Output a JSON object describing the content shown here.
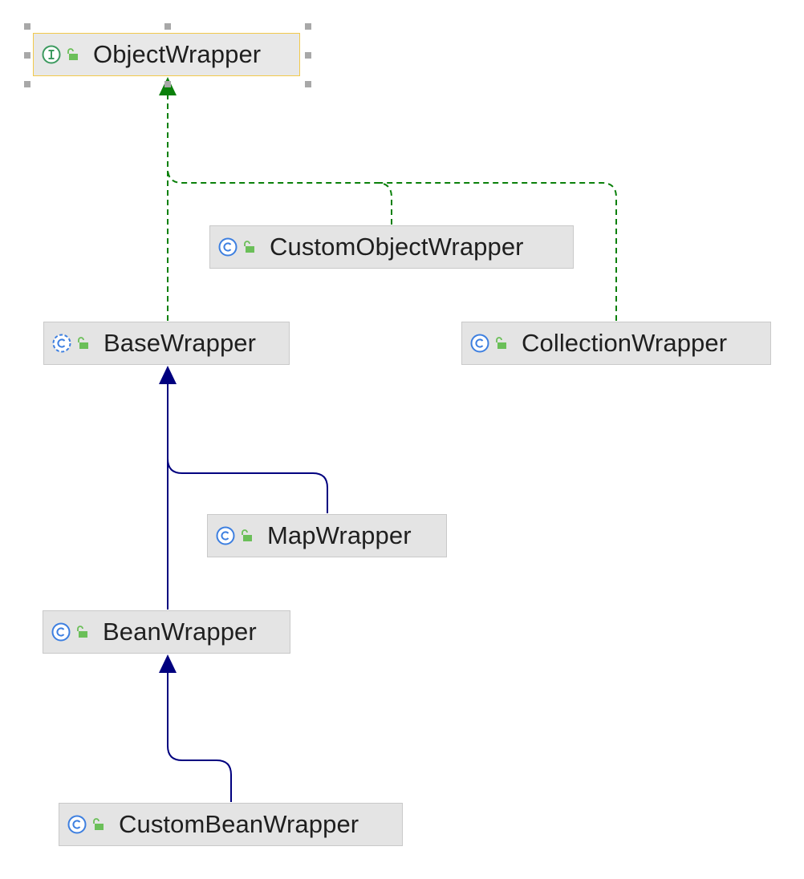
{
  "diagram": {
    "nodes": [
      {
        "id": "object-wrapper",
        "label": "ObjectWrapper",
        "kind": "interface",
        "selected": true
      },
      {
        "id": "custom-object-wrapper",
        "label": "CustomObjectWrapper",
        "kind": "class"
      },
      {
        "id": "base-wrapper",
        "label": "BaseWrapper",
        "kind": "abstract-class"
      },
      {
        "id": "collection-wrapper",
        "label": "CollectionWrapper",
        "kind": "class"
      },
      {
        "id": "map-wrapper",
        "label": "MapWrapper",
        "kind": "class"
      },
      {
        "id": "bean-wrapper",
        "label": "BeanWrapper",
        "kind": "class"
      },
      {
        "id": "custom-bean-wrapper",
        "label": "CustomBeanWrapper",
        "kind": "class"
      }
    ],
    "edges": [
      {
        "from": "custom-object-wrapper",
        "to": "object-wrapper",
        "type": "implements"
      },
      {
        "from": "base-wrapper",
        "to": "object-wrapper",
        "type": "implements"
      },
      {
        "from": "collection-wrapper",
        "to": "object-wrapper",
        "type": "implements"
      },
      {
        "from": "map-wrapper",
        "to": "base-wrapper",
        "type": "extends"
      },
      {
        "from": "bean-wrapper",
        "to": "base-wrapper",
        "type": "extends"
      },
      {
        "from": "custom-bean-wrapper",
        "to": "bean-wrapper",
        "type": "extends"
      }
    ],
    "icons": {
      "interface": "interface-icon",
      "class": "class-icon",
      "abstract-class": "abstract-class-icon",
      "visibility": "public-lock-icon"
    },
    "colors": {
      "implements_edge": "#0a800a",
      "extends_edge": "#00007f",
      "node_fill": "#e4e4e4",
      "selection_border": "#f2c94c",
      "interface_icon": "#3c9a5f",
      "class_icon": "#3d7fe0",
      "lock_icon": "#6bbf59"
    }
  }
}
